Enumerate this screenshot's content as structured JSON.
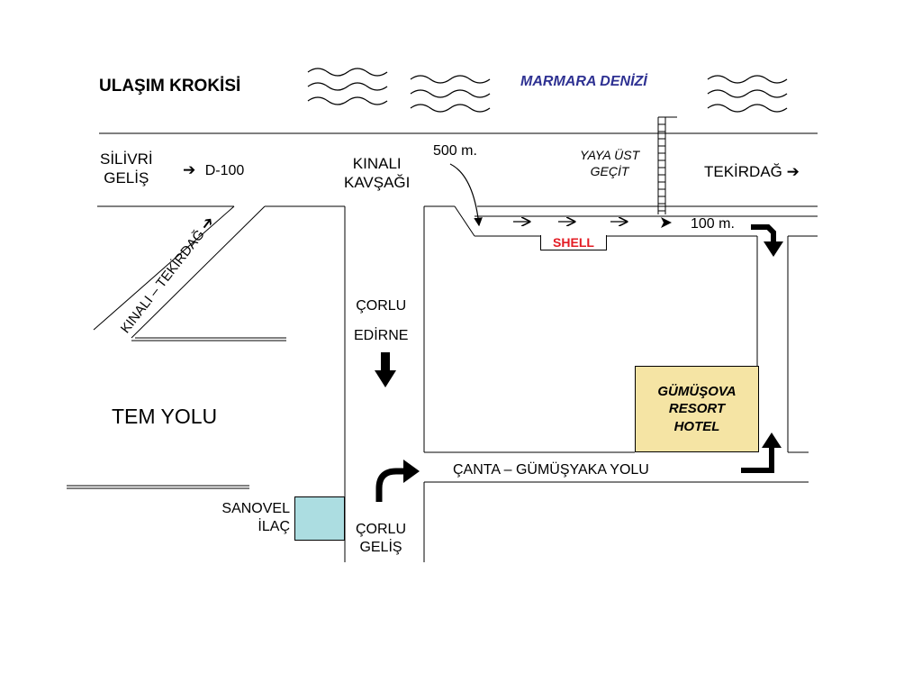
{
  "title": "ULAŞIM KROKİSİ",
  "sea_label": "MARMARA DENİZİ",
  "silivri": {
    "line1": "SİLİVRİ",
    "line2": "GELİŞ"
  },
  "d100": {
    "arrow": "➔",
    "label": "D-100"
  },
  "kinali_kavsagi": {
    "line1": "KINALI",
    "line2": "KAVŞAĞI"
  },
  "distance_500": "500 m.",
  "overpass": {
    "line1": "YAYA ÜST",
    "line2": "GEÇİT"
  },
  "tekirdag": {
    "label": "TEKİRDAĞ",
    "arrow": "➔"
  },
  "distance_100": "100 m.",
  "shell": "SHELL",
  "diagonal_road": {
    "label": "KINALI – TEKİRDAĞ",
    "arrow": "➔"
  },
  "corlu_edirne": {
    "line1": "ÇORLU",
    "line2": "EDİRNE"
  },
  "tem_yolu": "TEM YOLU",
  "hotel": {
    "line1": "GÜMÜŞOVA",
    "line2": "RESORT",
    "line3": "HOTEL"
  },
  "canta_road": "ÇANTA – GÜMÜŞYAKA YOLU",
  "sanovel": {
    "line1": "SANOVEL",
    "line2": "İLAÇ"
  },
  "corlu_gelis": {
    "line1": "ÇORLU",
    "line2": "GELİŞ"
  },
  "colors": {
    "sea_text": "#2e3192",
    "hotel_fill": "#f5e4a4",
    "sanovel_fill": "#acdde1",
    "shell_text": "#e31b23"
  },
  "icons": [
    "wave-icon",
    "arrow-right-icon",
    "arrow-down-icon",
    "turn-right-arrow-icon",
    "ladder-icon"
  ]
}
